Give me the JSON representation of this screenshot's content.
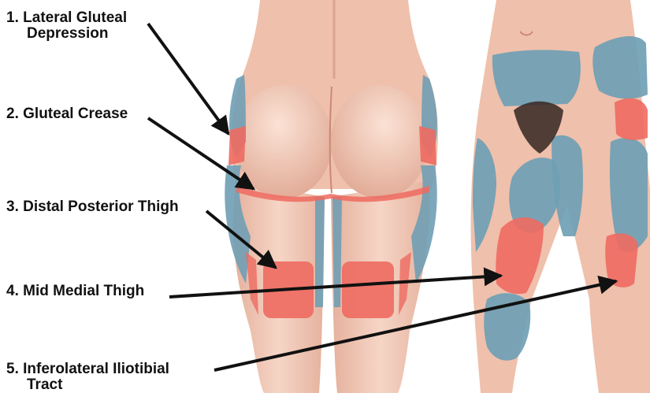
{
  "labels": [
    {
      "number": "1.",
      "text": "Lateral Gluteal",
      "text2": "Depression"
    },
    {
      "number": "2.",
      "text": "Gluteal Crease"
    },
    {
      "number": "3.",
      "text": "Distal Posterior Thigh"
    },
    {
      "number": "4.",
      "text": "Mid Medial Thigh"
    },
    {
      "number": "5.",
      "text": "Inferolateral Iliotibial",
      "text2": "Tract"
    }
  ],
  "colors": {
    "skin": "#f1c7b5",
    "skin_shadow": "#d99c87",
    "danger_zone": "#ee6a60",
    "safe_zone": "#6f9fb4",
    "hair": "#3a2a26",
    "arrow": "#111111"
  }
}
